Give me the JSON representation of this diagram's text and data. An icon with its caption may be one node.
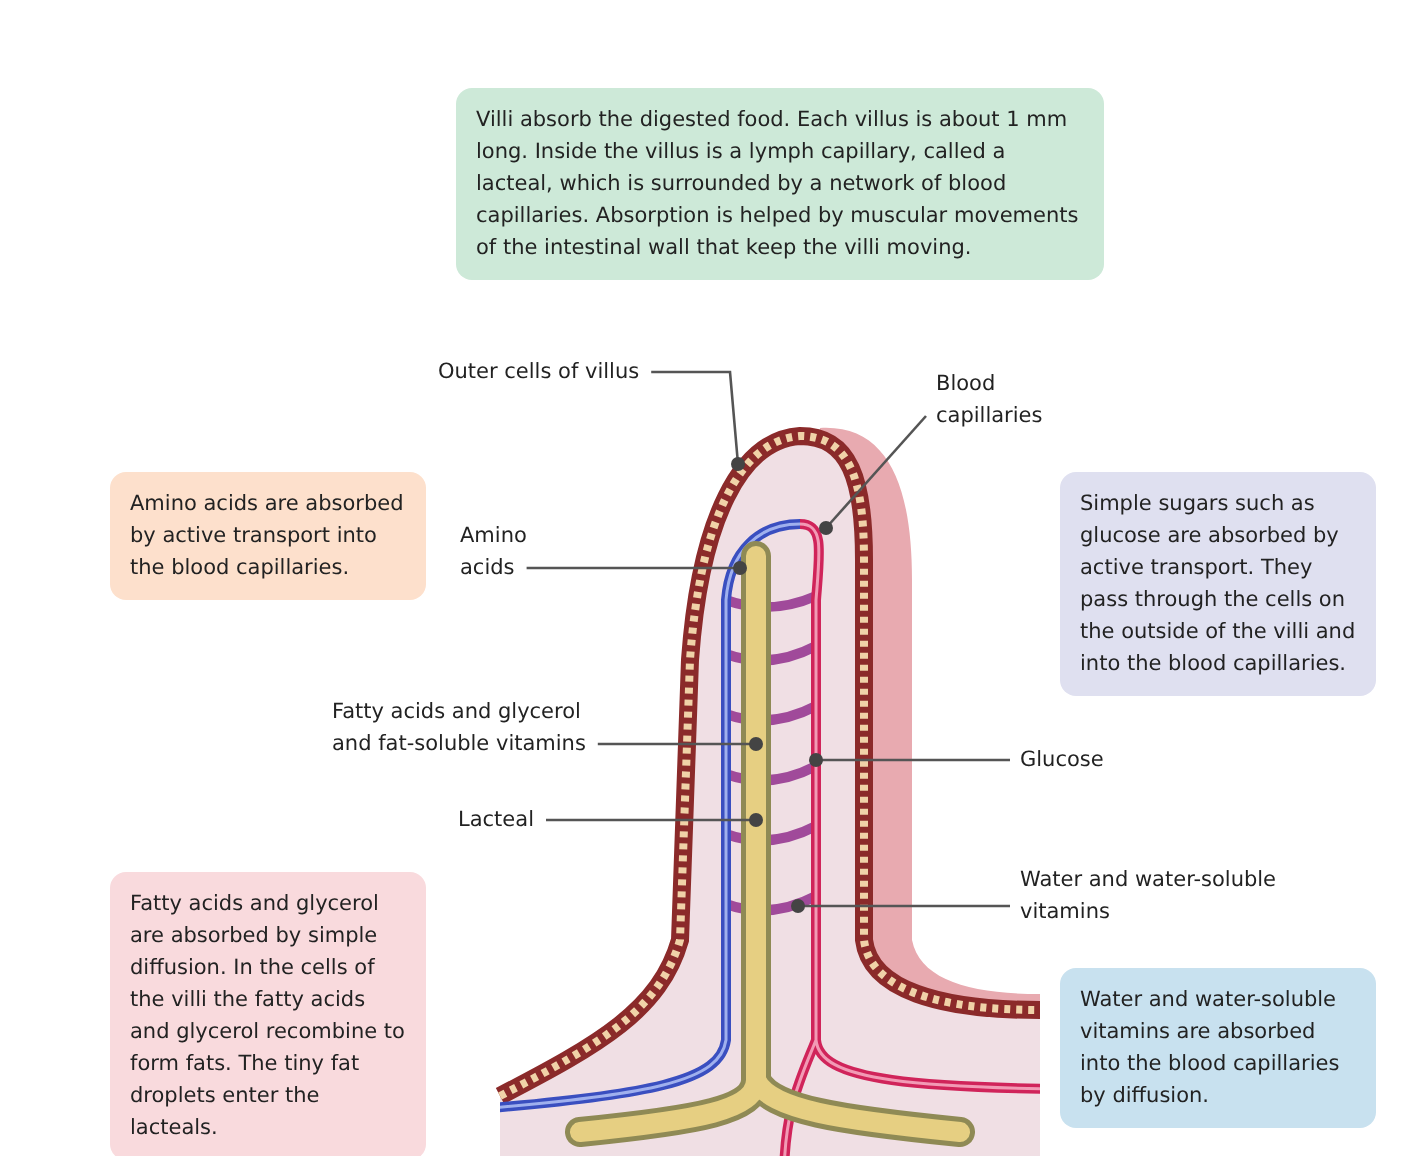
{
  "diagram": {
    "nodes": [
      {
        "text": [
          "Villi absorb the digested food. Each villus is about 1 mm long. Inside the villus is a lymph capillary, called a lacteal, which is surrounded by a network of blood capillaries. Absorption is helped by muscular movements of the intestinal wall that keep the villi moving."
        ]
      },
      {
        "text": [
          "Amino acids are absorbed by active transport into the blood capillaries."
        ]
      },
      {
        "text": [
          "Simple sugars such as glucose are absorbed by active transport. They pass through the cells on the outside of the villi and into the blood capillaries."
        ]
      },
      {
        "text": [
          "Fatty acids and glycerol are absorbed by simple diffusion. In the cells of the villi the fatty acids and glycerol recombine to form fats. The tiny fat droplets enter the lacteals."
        ]
      },
      {
        "text": [
          "Water and water-soluble vitamins are absorbed into the blood capillaries by diffusion."
        ]
      },
      {
        "text": [
          "Outer cells of villus"
        ]
      },
      {
        "text": [
          "Blood capillaries"
        ]
      },
      {
        "text": [
          "Amino acids"
        ]
      },
      {
        "text": [
          "Fatty acids and glycerol and fat-soluble vitamins"
        ]
      },
      {
        "text": [
          "Glucose"
        ]
      },
      {
        "text": [
          "Lacteal"
        ]
      },
      {
        "text": [
          "Water and water-soluble vitamins"
        ]
      },
      {
        "text": [],
        "shape": "picture"
      },
      {
        "text": [],
        "shape": "picture",
        "in": 12
      },
      {
        "text": [],
        "shape": "picture",
        "in": 12
      },
      {
        "text": [],
        "shape": "picture",
        "in": 12
      }
    ],
    "edges": [
      {
        "from": 5,
        "to": 12,
        "arrow": "other"
      },
      {
        "from": 6,
        "to": 13,
        "arrow": "other"
      },
      {
        "from": 7,
        "to": 14,
        "arrow": "other"
      },
      {
        "from": 8,
        "to": 15,
        "arrow": "other"
      },
      {
        "from": 9,
        "to": 13,
        "arrow": "other"
      },
      {
        "from": 10,
        "to": 15,
        "arrow": "other"
      },
      {
        "from": 11,
        "to": 13,
        "arrow": "other"
      }
    ]
  }
}
